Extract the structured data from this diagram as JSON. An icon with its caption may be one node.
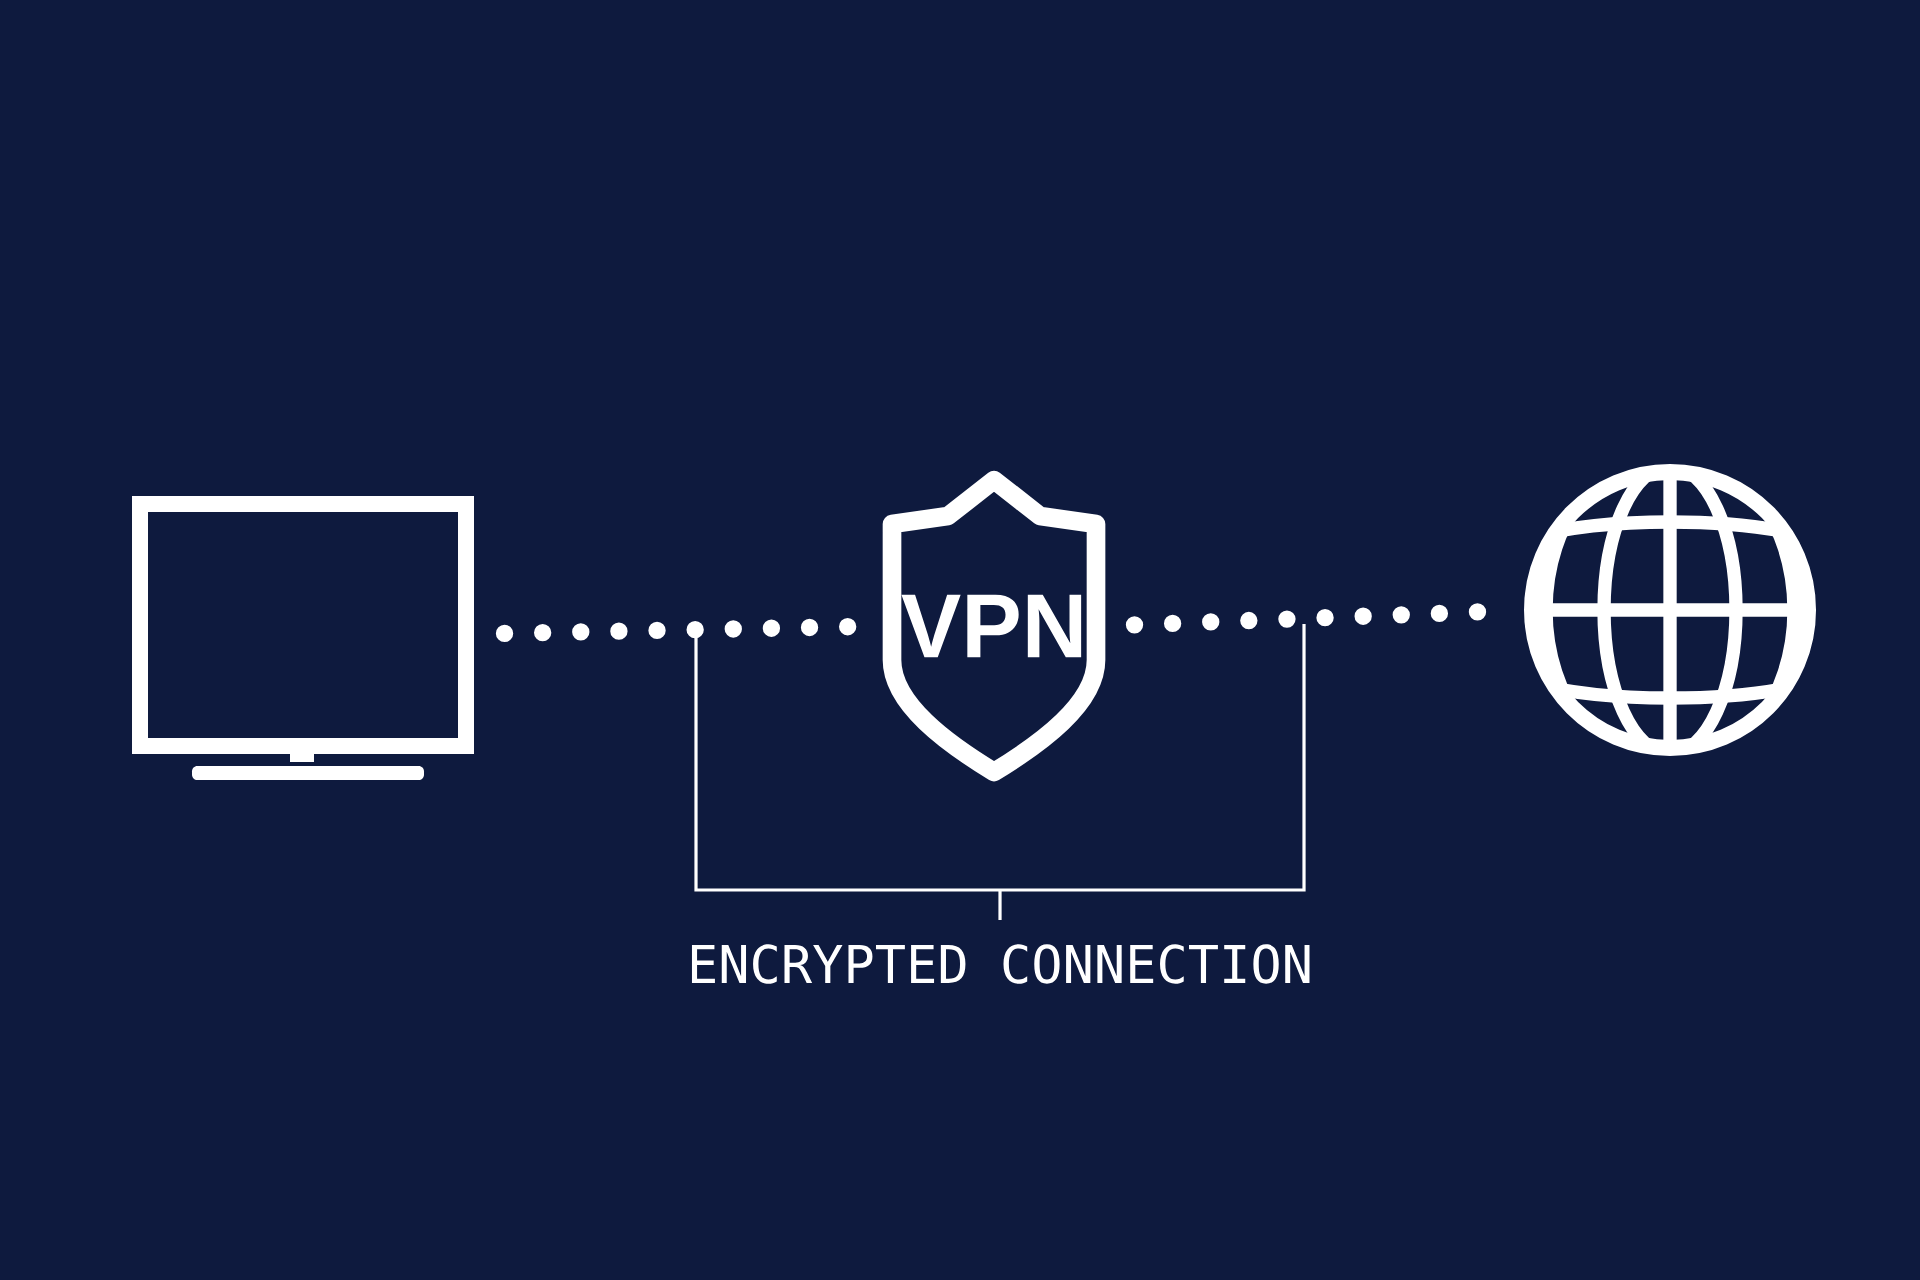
{
  "diagram": {
    "nodes": [
      {
        "text": [],
        "shape": "monitor"
      },
      {
        "text": [
          "VPN"
        ]
      },
      {
        "text": [],
        "shape": "globe"
      }
    ],
    "edges": [
      {
        "from": 0,
        "to": 1,
        "arrow": "none"
      },
      {
        "from": 1,
        "to": 2,
        "arrow": "none"
      }
    ],
    "labels": [
      "ENCRYPTED CONNECTION"
    ]
  }
}
